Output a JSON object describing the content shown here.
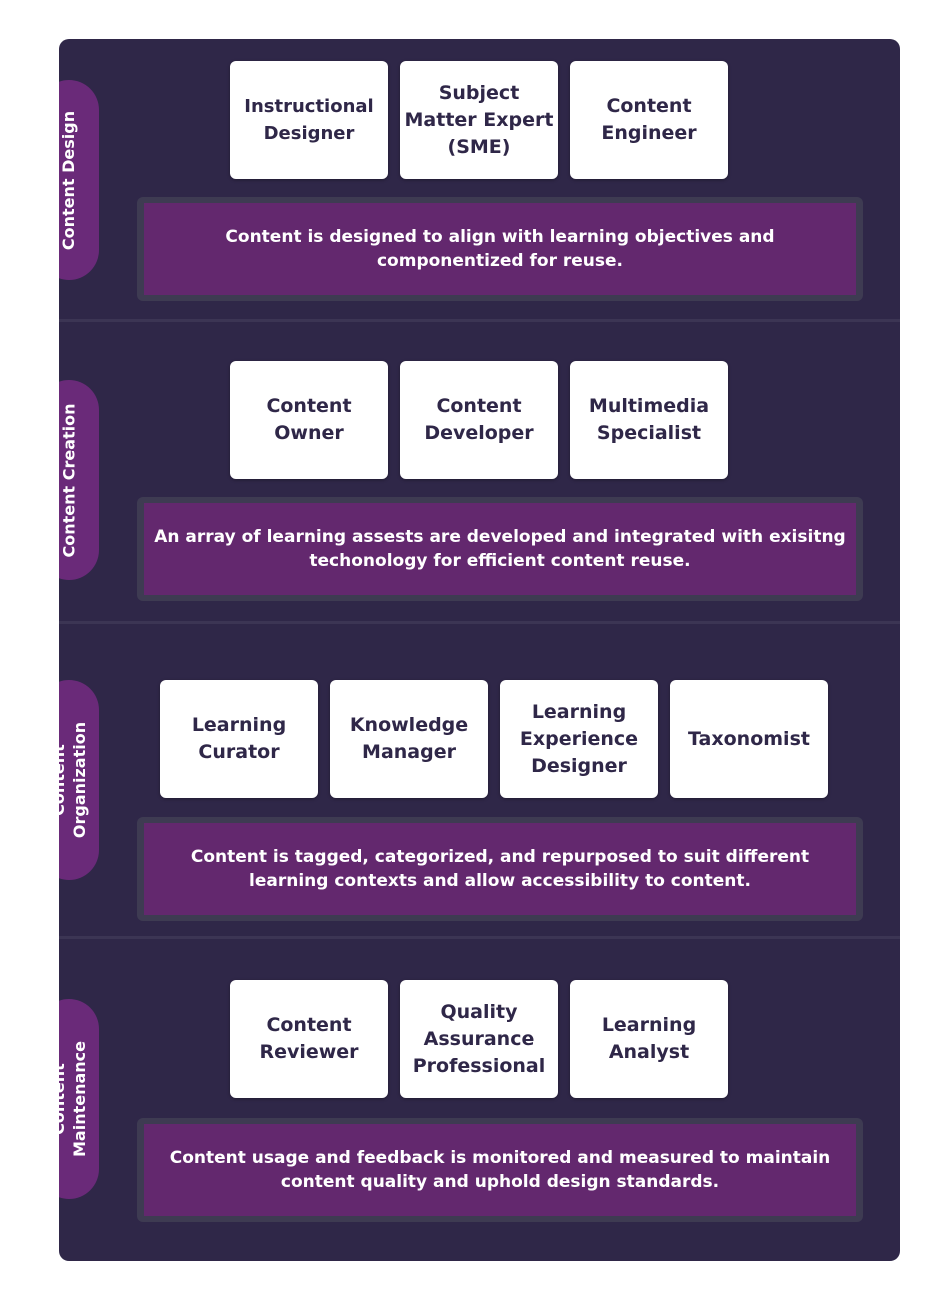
{
  "sections": [
    {
      "tab": "Content Design",
      "roles": [
        "Instructional Designer",
        "Subject Matter Expert (SME)",
        "Content Engineer"
      ],
      "description": "Content is designed to align with learning objectives and componentized for reuse."
    },
    {
      "tab": "Content Creation",
      "roles": [
        "Content Owner",
        "Content Developer",
        "Multimedia Specialist"
      ],
      "description": "An array of learning assests are developed and integrated with exisitng techonology for efficient content reuse."
    },
    {
      "tab": "Content Organization",
      "roles": [
        "Learning Curator",
        "Knowledge Manager",
        "Learning Experience Designer",
        "Taxonomist"
      ],
      "description": "Content is tagged, categorized, and repurposed to suit different learning contexts and allow accessibility to content."
    },
    {
      "tab": "Content Maintenance",
      "roles": [
        "Content Reviewer",
        "Quality Assurance Professional",
        "Learning Analyst"
      ],
      "description": "Content usage and feedback is monitored and measured to maintain content quality and uphold design standards."
    }
  ]
}
